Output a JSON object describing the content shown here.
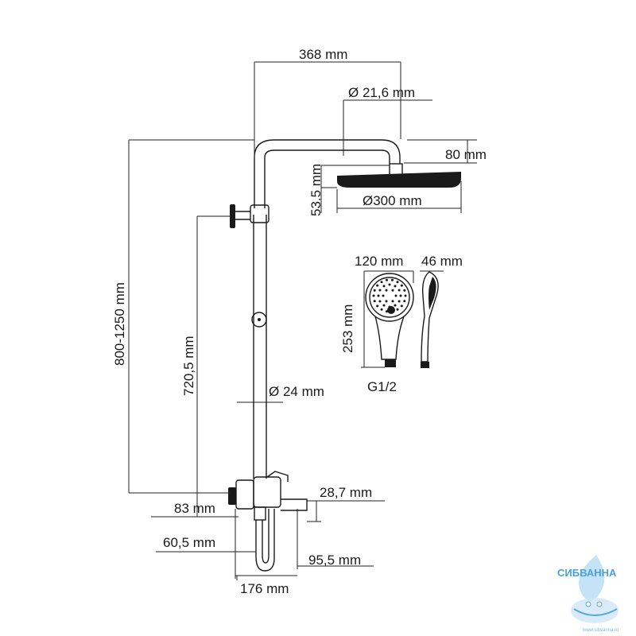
{
  "dimensions": {
    "arm_length": "368 mm",
    "arm_diameter": "Ø 21,6 mm",
    "head_offset": "80 mm",
    "head_height": "53.5 mm",
    "head_diameter": "Ø300 mm",
    "total_height": "800-1250 mm",
    "holder_height": "720,5 mm",
    "pipe_diameter": "Ø 24 mm",
    "hand_width": "120 mm",
    "hand_depth": "46 mm",
    "hand_length": "253 mm",
    "hand_thread": "G1/2",
    "mixer_offset": "83 mm",
    "spout_height": "28,7 mm",
    "bracket_offset": "60,5 mm",
    "spout_length": "95,5 mm",
    "mixer_width": "176 mm"
  },
  "watermark": {
    "brand": "СИБВАННА",
    "url": "www.sibvanna.ru"
  }
}
